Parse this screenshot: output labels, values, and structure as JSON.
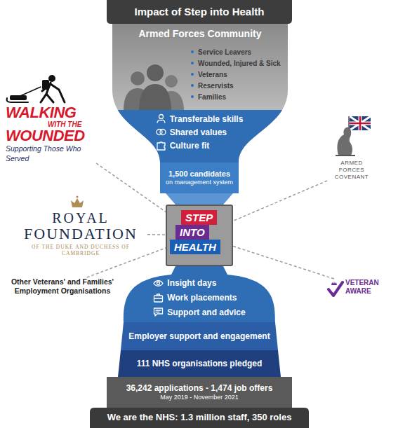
{
  "diagram": {
    "title": "Impact of Step into Health",
    "nodes": [
      {
        "text": [
          "Armed Forces Community",
          "Service Leavers",
          "Wounded, Injured & Sick",
          "Veterans",
          "Reservists",
          "Families"
        ]
      },
      {
        "text": [
          "Transferable skills",
          "Shared values",
          "Culture fit"
        ]
      },
      {
        "text": [
          "1,500 candidates",
          "on management system"
        ]
      },
      {
        "text": [
          "WALKING",
          "WITH THE",
          "WOUNDED",
          "Supporting Those Who Served"
        ]
      },
      {
        "text": [
          "ROYAL",
          "FOUNDATION",
          "OF THE DUKE AND DUCHESS OF CAMBRIDGE"
        ]
      },
      {
        "text": [
          "Other Veterans' and Families' Employment Organisations"
        ]
      },
      {
        "text": [
          "STEP",
          "INTO",
          "HEALTH"
        ]
      },
      {
        "text": [
          "ARMED FORCES COVENANT"
        ]
      },
      {
        "text": [
          "VETERAN AWARE"
        ]
      },
      {
        "text": [
          "Insight days",
          "Work placements",
          "Support and advice"
        ]
      },
      {
        "text": [
          "Employer support and engagement"
        ]
      },
      {
        "text": [
          "111 NHS organisations pledged"
        ]
      },
      {
        "text": [
          "36,242 applications - 1,474 job offers",
          "May 2019 - November 2021"
        ]
      },
      {
        "text": [
          "We are the NHS: 1.3 million staff, 350 roles"
        ]
      }
    ],
    "edges": [
      {
        "from": 3,
        "to": 6,
        "arrow": "none"
      },
      {
        "from": 4,
        "to": 6,
        "arrow": "none"
      },
      {
        "from": 5,
        "to": 6,
        "arrow": "none"
      },
      {
        "from": 7,
        "to": 6,
        "arrow": "none"
      },
      {
        "from": 8,
        "to": 6,
        "arrow": "none"
      }
    ]
  }
}
